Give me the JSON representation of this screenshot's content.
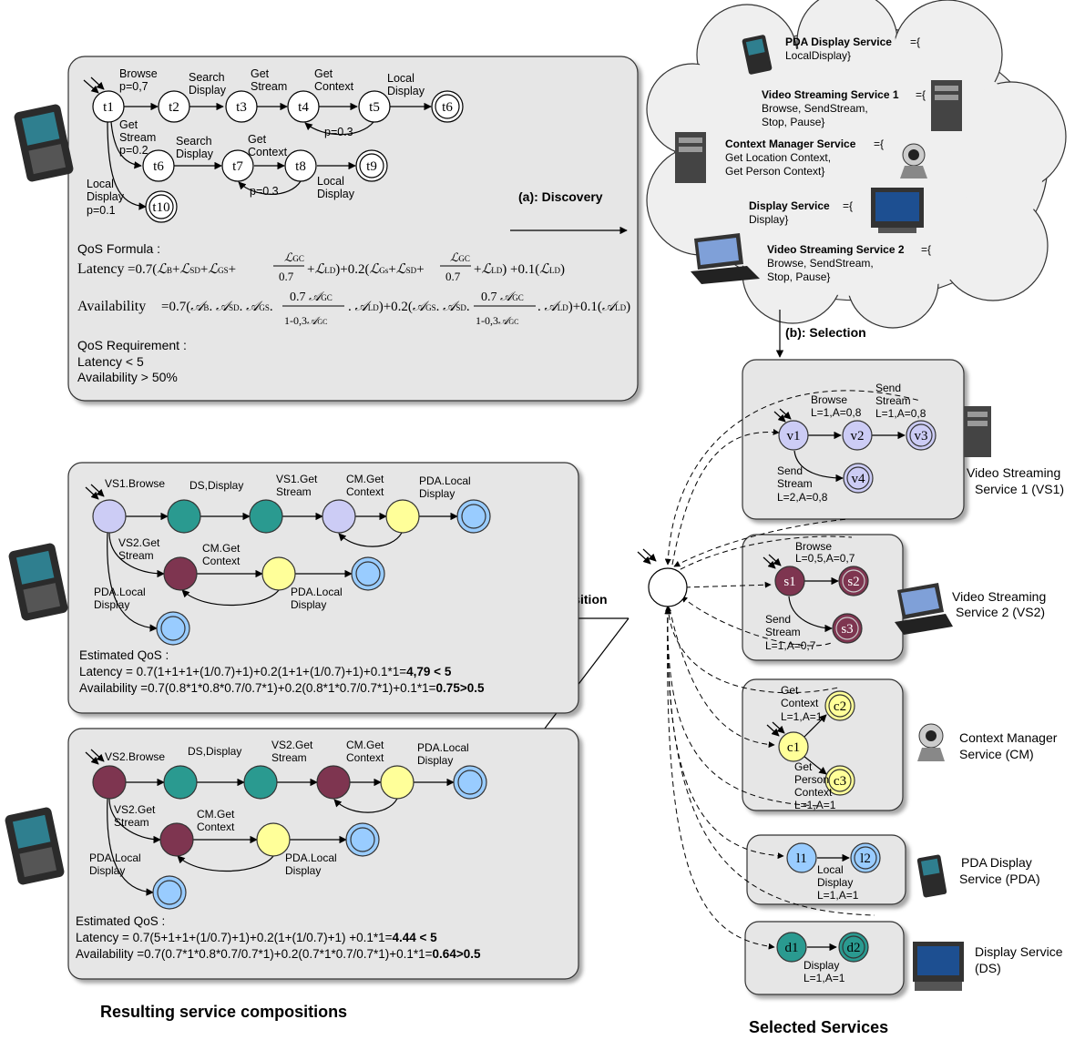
{
  "colors": {
    "panel": "#e6e6e6",
    "cloud": "#efefef",
    "lavender": "#ccccf5",
    "teal": "#2a9a90",
    "maroon": "#7e3550",
    "yellow": "#ffff99",
    "lightblue": "#99ccff"
  },
  "task": {
    "states": [
      "t1",
      "t2",
      "t3",
      "t4",
      "t5",
      "t6",
      "t6",
      "t7",
      "t8",
      "t9",
      "t10"
    ],
    "browse": "Browse",
    "browse_p": "p=0,7",
    "search_display_1": "Search",
    "search_display_2": "Display",
    "get_stream_1": "Get",
    "get_stream_2": "Stream",
    "get_context_1": "Get",
    "get_context_2": "Context",
    "local_display_1": "Local",
    "local_display_2": "Display",
    "p03": "p=0.3",
    "gs_1": "Get",
    "gs_2": "Stream",
    "gs_p": "p=0.2",
    "sd2_1": "Search",
    "sd2_2": "Display",
    "gc2_1": "Get",
    "gc2_2": "Context",
    "p03b": "p=0.3",
    "ld2_1": "Local",
    "ld2_2": "Display",
    "ld3_1": "Local",
    "ld3_2": "Display",
    "ld3_p": "p=0.1",
    "qos_formula": "QoS Formula :",
    "latency_label": "Latency",
    "availability_label": "Availability",
    "qos_req": "QoS Requirement :",
    "req_latency": "Latency < 5",
    "req_avail": "Availability > 50%"
  },
  "arrows": {
    "discovery": "(a): Discovery",
    "selection": "(b): Selection",
    "composition": "(c) Composition"
  },
  "cloud": {
    "pda_1": "PDA Display Service",
    "pda_2": "LocalDisplay}",
    "vs1_1": "Video Streaming Service 1",
    "vs1_2": "Browse, SendStream,",
    "vs1_3": "Stop, Pause}",
    "cm_1": "Context Manager Service",
    "cm_2": "Get Location Context,",
    "cm_3": "Get Person Context}",
    "ds_1": "Display Service",
    "ds_2": "Display}",
    "vs2_1": "Video Streaming Service 2",
    "vs2_2": "Browse, SendStream,",
    "vs2_3": "Stop, Pause}",
    "eq": "={"
  },
  "comp1": {
    "l1": "VS1.Browse",
    "l2": "DS,Display",
    "l3a": "VS1.Get",
    "l3b": "Stream",
    "l4a": "CM.Get",
    "l4b": "Context",
    "l5a": "PDA.Local",
    "l5b": "Display",
    "l6a": "VS2.Get",
    "l6b": "Stream",
    "l7a": "CM.Get",
    "l7b": "Context",
    "l8a": "PDA.Local",
    "l8b": "Display",
    "l9a": "PDA.Local",
    "l9b": "Display",
    "est": "Estimated QoS :",
    "lat": "Latency = 0.7(1+1+1+(1/0.7)+1)+0.2(1+1+(1/0.7)+1)+0.1*1=",
    "lat_b": "4,79 < 5",
    "av": "Availability =0.7(0.8*1*0.8*0.7/0.7*1)+0.2(0.8*1*0.7/0.7*1)+0.1*1=",
    "av_b": "0.75>0.5"
  },
  "comp2": {
    "l1": "VS2.Browse",
    "l2": "DS,Display",
    "l3a": "VS2.Get",
    "l3b": "Stream",
    "l4a": "CM.Get",
    "l4b": "Context",
    "l5a": "PDA.Local",
    "l5b": "Display",
    "l6a": "VS2.Get",
    "l6b": "Stream",
    "l7a": "CM.Get",
    "l7b": "Context",
    "l8a": "PDA.Local",
    "l8b": "Display",
    "l9a": "PDA.Local",
    "l9b": "Display",
    "est": "Estimated QoS :",
    "lat": "Latency = 0.7(5+1+1+(1/0.7)+1)+0.2(1+(1/0.7)+1) +0.1*1=",
    "lat_b": "4.44 < 5",
    "av": "Availability =0.7(0.7*1*0.8*0.7/0.7*1)+0.2(0.7*1*0.7/0.7*1)+0.1*1=",
    "av_b": "0.64>0.5"
  },
  "vs1": {
    "v1": "v1",
    "v2": "v2",
    "v3": "v3",
    "v4": "v4",
    "browse": "Browse",
    "browse_qos": "L=1,A=0,8",
    "send1": "Send",
    "send2": "Stream",
    "send_qos": "L=1,A=0,8",
    "send3": "Send",
    "send4": "Stream",
    "send_qos2": "L=2,A=0,8",
    "name1": "Video Streaming",
    "name2": "Service 1 (VS1)"
  },
  "vs2": {
    "s1": "s1",
    "s2": "s2",
    "s3": "s3",
    "browse": "Browse",
    "browse_qos": "L=0,5,A=0,7",
    "send1": "Send",
    "send2": "Stream",
    "send_qos": "L=1,A=0,7",
    "name1": "Video Streaming",
    "name2": "Service 2 (VS2)"
  },
  "cm": {
    "c1": "c1",
    "c2": "c2",
    "c3": "c3",
    "gc1": "Get",
    "gc2": "Context",
    "gc_qos": "L=1,A=1",
    "gp1": "Get",
    "gp2": "Person",
    "gp3": "Context",
    "gp_qos": "L=1,A=1",
    "name1": "Context Manager",
    "name2": "Service (CM)"
  },
  "pda": {
    "l1": "l1",
    "l2": "l2",
    "ld1": "Local",
    "ld2": "Display",
    "qos": "L=1,A=1",
    "name1": "PDA Display",
    "name2": "Service (PDA)"
  },
  "ds": {
    "d1": "d1",
    "d2": "d2",
    "disp": "Display",
    "qos": "L=1,A=1",
    "name1": "Display Service",
    "name2": "(DS)"
  },
  "captions": {
    "left": "Resulting service compositions",
    "right": "Selected Services"
  }
}
